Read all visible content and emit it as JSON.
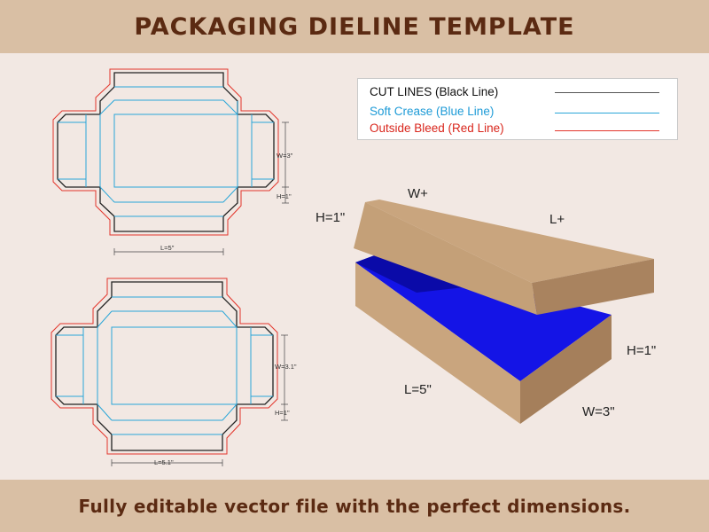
{
  "header": {
    "title": "PACKAGING DIELINE TEMPLATE"
  },
  "footer": {
    "text": "Fully editable vector file with the perfect dimensions."
  },
  "colors": {
    "background": "#f2e8e3",
    "band": "#d9bfa4",
    "title_text": "#5b2a12",
    "cut_line": "#222222",
    "crease_line": "#2aa6d8",
    "bleed_line": "#e3352b",
    "box_face": "#c9a57e",
    "box_interior": "#1414e6"
  },
  "legend": {
    "items": [
      {
        "label": "CUT LINES (Black Line)",
        "color": "#111111",
        "line_color": "#555555"
      },
      {
        "label": "Soft Crease (Blue Line)",
        "color": "#1e9bd7",
        "line_color": "#2aa6d8"
      },
      {
        "label": "Outside Bleed (Red Line)",
        "color": "#d9261c",
        "line_color": "#e3352b"
      }
    ]
  },
  "dielines": [
    {
      "width_label": "W=3\"",
      "height_label": "H=1\"",
      "length_label": "L=5\""
    },
    {
      "width_label": "W=3.1\"",
      "height_label": "H=1\"",
      "length_label": "L=5.1\""
    }
  ],
  "box": {
    "lid_w_label": "W+",
    "lid_h_label": "H=1\"",
    "lid_l_label": "L+",
    "base_h_label": "H=1\"",
    "base_l_label": "L=5\"",
    "base_w_label": "W=3\""
  }
}
